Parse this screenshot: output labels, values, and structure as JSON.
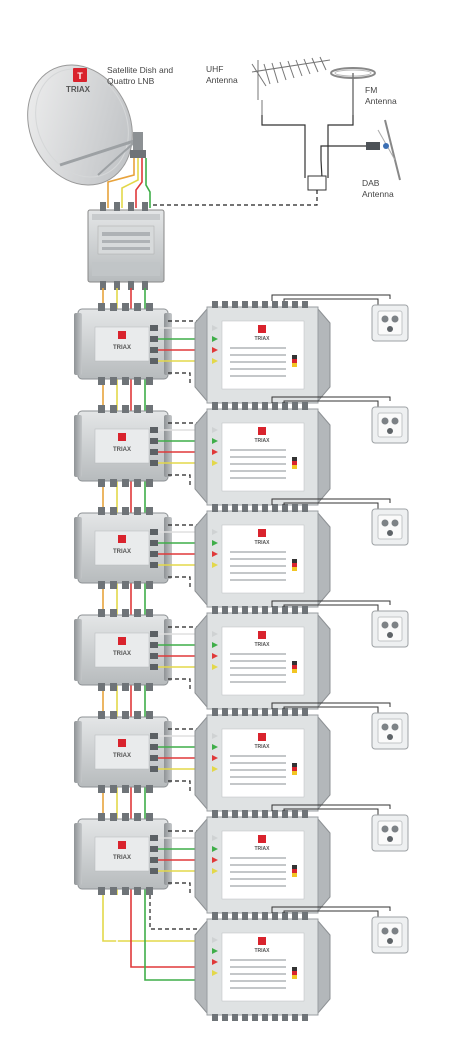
{
  "labels": {
    "satellite": [
      "Satellite Dish and",
      "Quattro LNB"
    ],
    "uhf": [
      "UHF",
      "Antenna"
    ],
    "fm": [
      "FM",
      "Antenna"
    ],
    "dab": [
      "DAB",
      "Antenna"
    ]
  },
  "brand": "TRIAX",
  "stage_count": 7,
  "colors": {
    "cable_orange": "#e8a33c",
    "cable_yellow": "#e3d84a",
    "cable_red": "#e0393a",
    "cable_green": "#3fae49",
    "cable_white": "#ffffff",
    "cable_black": "#222222",
    "device_grey": "#c9ccce",
    "device_dark": "#9a9ea2",
    "brand_red": "#d9232d"
  }
}
